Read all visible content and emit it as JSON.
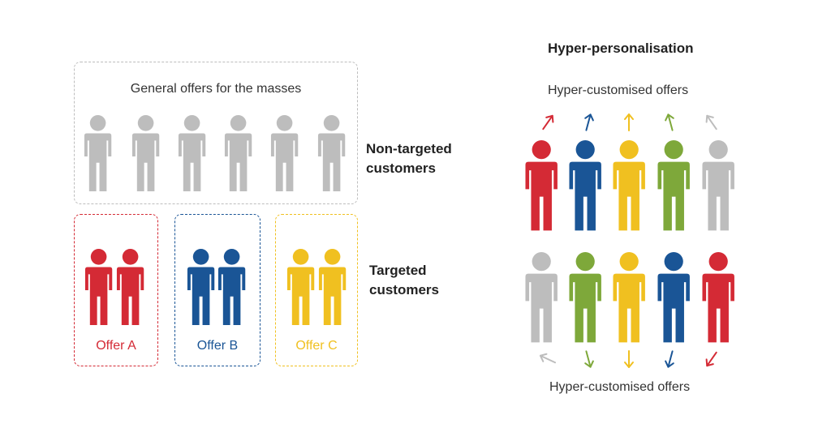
{
  "colors": {
    "red": "#d42a35",
    "blue": "#1a5596",
    "yellow": "#f0c020",
    "green": "#7ea83a",
    "gray": "#bdbdbd"
  },
  "left": {
    "general_box_title": "General offers for the masses",
    "non_targeted_label": [
      "Non-targeted",
      "customers"
    ],
    "targeted_label": [
      "Targeted",
      "customers"
    ],
    "offers": [
      {
        "label": "Offer A",
        "color": "red"
      },
      {
        "label": "Offer B",
        "color": "blue"
      },
      {
        "label": "Offer C",
        "color": "yellow"
      }
    ]
  },
  "right": {
    "title": "Hyper-personalisation",
    "top_caption": "Hyper-customised offers",
    "bottom_caption": "Hyper-customised offers",
    "top_row_colors": [
      "red",
      "blue",
      "yellow",
      "green",
      "gray"
    ],
    "bottom_row_colors": [
      "gray",
      "green",
      "yellow",
      "blue",
      "red"
    ]
  }
}
